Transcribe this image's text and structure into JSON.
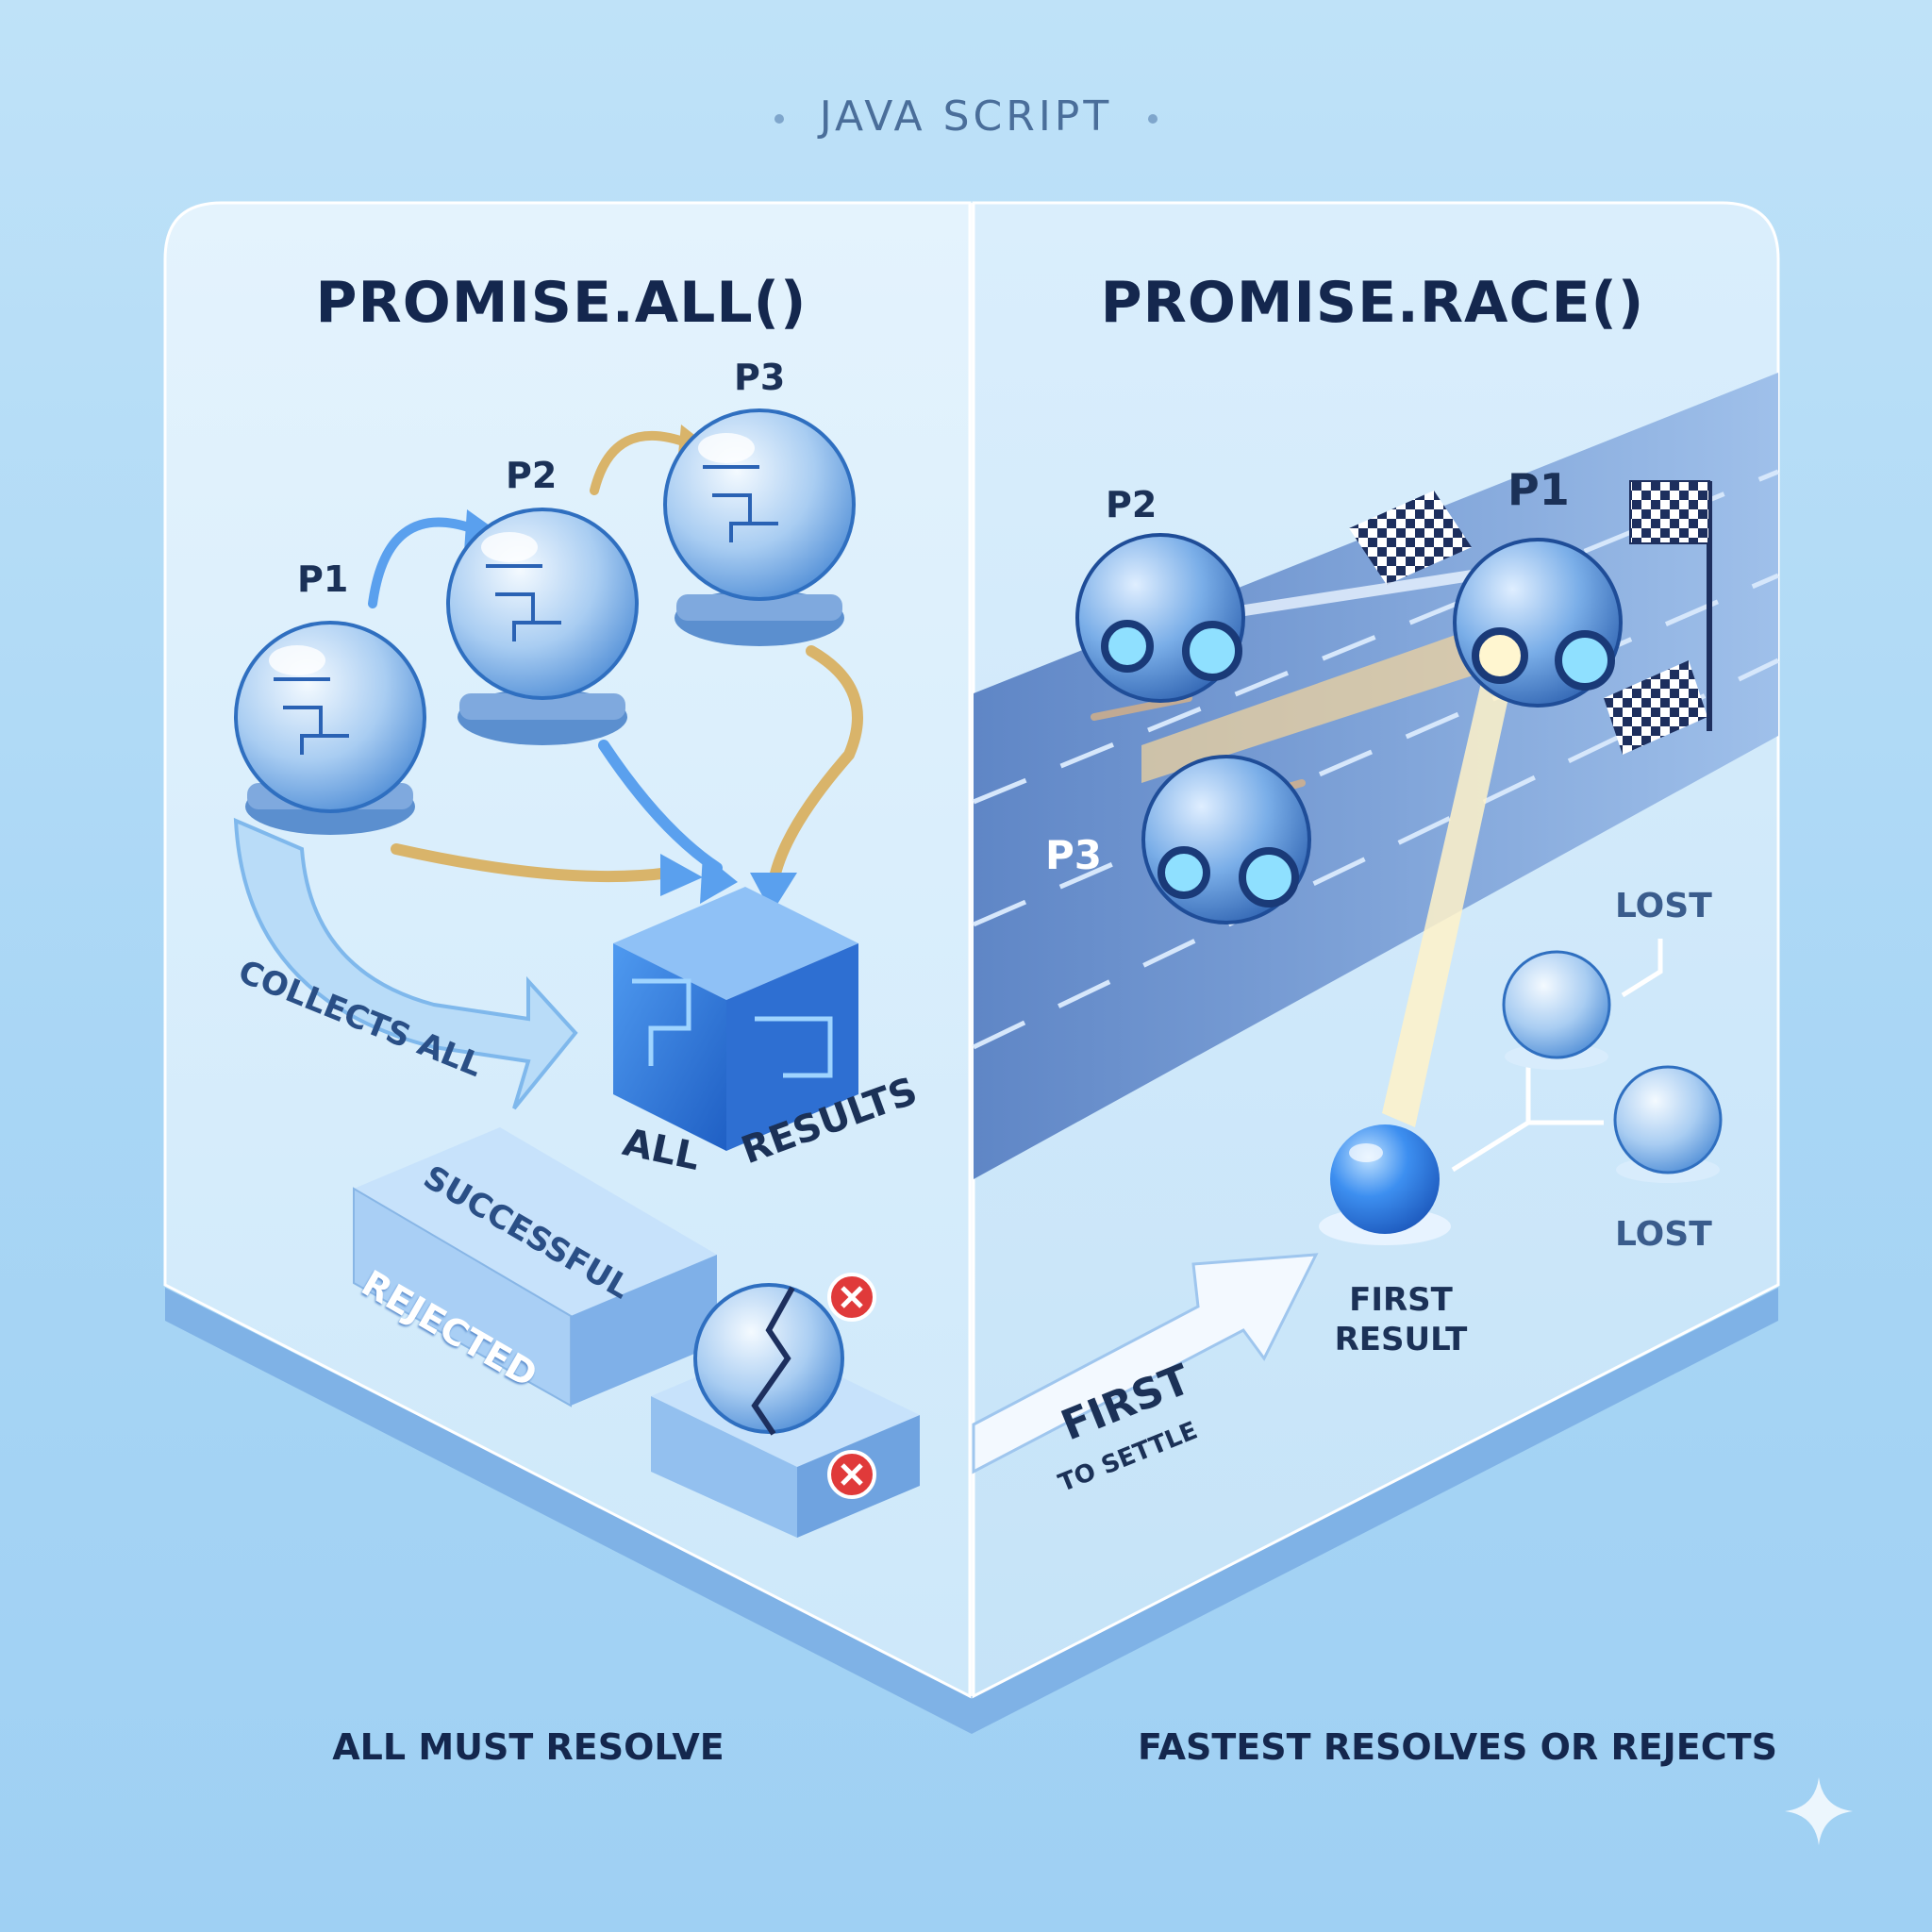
{
  "header": {
    "title": "JAVA SCRIPT"
  },
  "left_panel": {
    "title": "PROMISE.ALL()",
    "nodes": [
      "P1",
      "P2",
      "P3"
    ],
    "arrow_label": "COLLECTS ALL",
    "result_label_a": "ALL",
    "result_label_b": "RESULTS",
    "block_successful": "SUCCESSFUL",
    "block_rejected": "REJECTED",
    "caption": "ALL MUST RESOLVE"
  },
  "right_panel": {
    "title": "PROMISE.RACE()",
    "racers": [
      "P1",
      "P2",
      "P3"
    ],
    "lost_top": "LOST",
    "lost_bottom": "LOST",
    "first_result_a": "FIRST",
    "first_result_b": "RESULT",
    "arrow_label_a": "FIRST",
    "arrow_label_b": "TO SETTLE",
    "caption": "FASTEST RESOLVES OR REJECTS"
  },
  "colors": {
    "background": "#a9d6f5",
    "panel": "#d8eefc",
    "title_text": "#14274e",
    "accent_blue": "#2f7fe0",
    "reject_red": "#e03a3a",
    "gold_arrow": "#d9b46a"
  }
}
